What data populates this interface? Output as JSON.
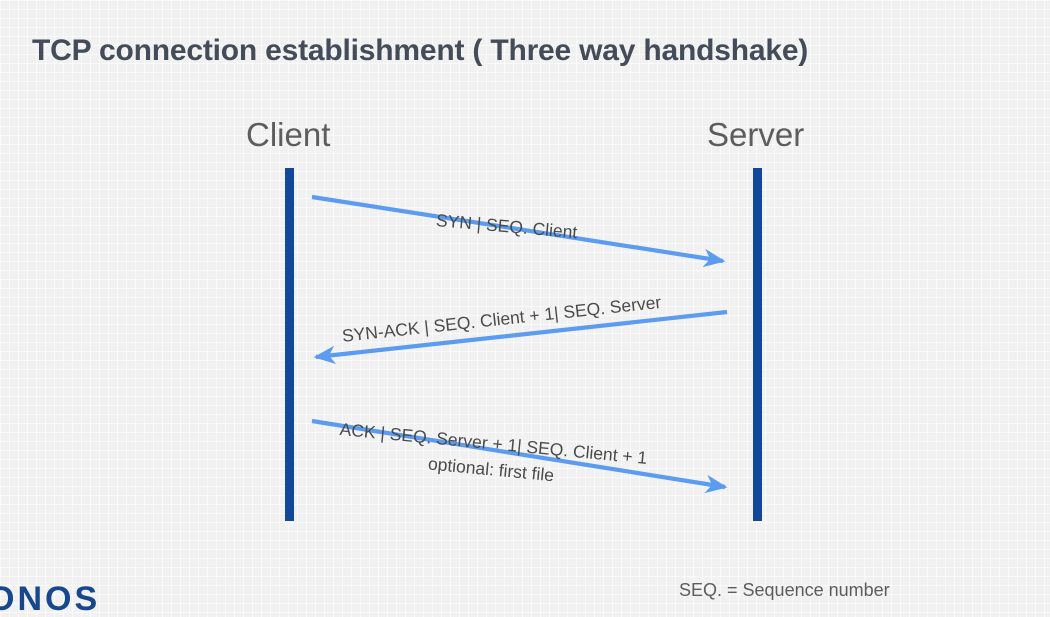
{
  "slide": {
    "title": "TCP connection establishment ( Three way handshake)",
    "background_color": "#f1f1f1",
    "title_color": "#444c5a"
  },
  "diagram": {
    "type": "sequence-diagram",
    "lifeline_color": "#11489a",
    "arrow_color": "#5b9bf0",
    "actors": [
      {
        "id": "client",
        "label": "Client"
      },
      {
        "id": "server",
        "label": "Server"
      }
    ],
    "messages": [
      {
        "index": 1,
        "label": "SYN | SEQ. Client",
        "from": "client",
        "to": "server",
        "direction": "left-to-right"
      },
      {
        "index": 2,
        "label": "SYN-ACK | SEQ. Client + 1| SEQ. Server",
        "from": "server",
        "to": "client",
        "direction": "right-to-left"
      },
      {
        "index": 3,
        "label": "ACK | SEQ. Server + 1| SEQ. Client + 1",
        "sublabel": "optional: first file",
        "from": "client",
        "to": "server",
        "direction": "left-to-right"
      }
    ]
  },
  "footer": {
    "logo_text": "ONOS",
    "logo_color": "#16478f",
    "legend": "SEQ. = Sequence number"
  }
}
